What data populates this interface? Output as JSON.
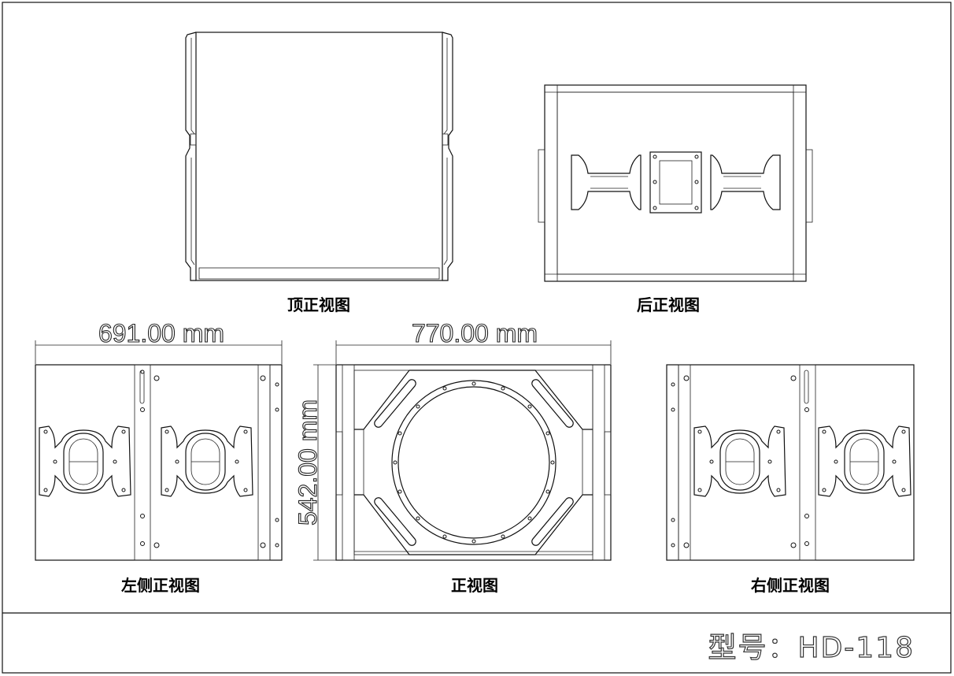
{
  "views": {
    "top": "顶正视图",
    "back": "后正视图",
    "left": "左侧正视图",
    "front": "正视图",
    "right": "右侧正视图"
  },
  "dimensions": {
    "depth": "691.00 mm",
    "width": "770.00 mm",
    "height": "542.00 mm"
  },
  "model_label": "型号：HD-118"
}
